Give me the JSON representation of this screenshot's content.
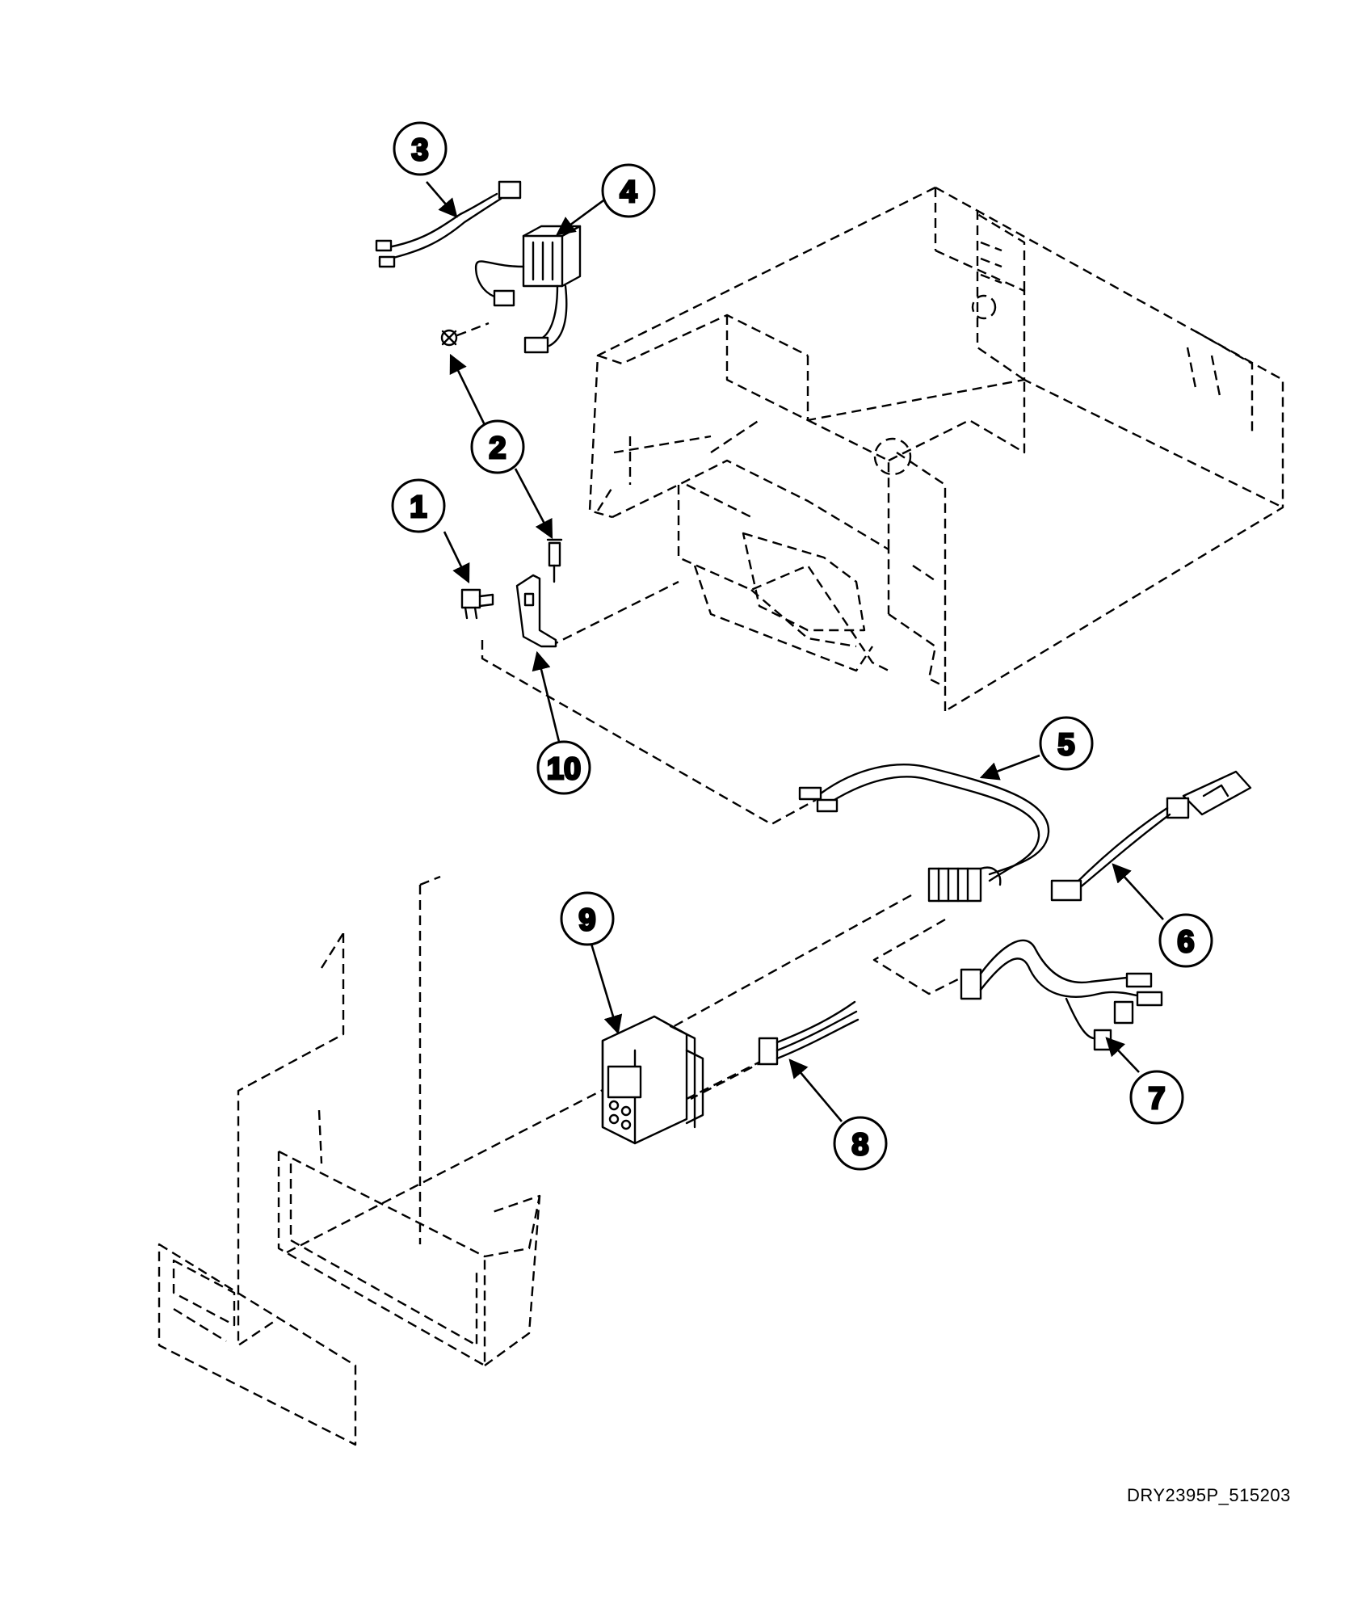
{
  "drawing_id": "DRY2395P_515203",
  "callouts": [
    {
      "key": "c1",
      "label": "1"
    },
    {
      "key": "c2",
      "label": "2"
    },
    {
      "key": "c3",
      "label": "3"
    },
    {
      "key": "c4",
      "label": "4"
    },
    {
      "key": "c5",
      "label": "5"
    },
    {
      "key": "c6",
      "label": "6"
    },
    {
      "key": "c7",
      "label": "7"
    },
    {
      "key": "c8",
      "label": "8"
    },
    {
      "key": "c9",
      "label": "9"
    },
    {
      "key": "c10",
      "label": "10"
    }
  ]
}
